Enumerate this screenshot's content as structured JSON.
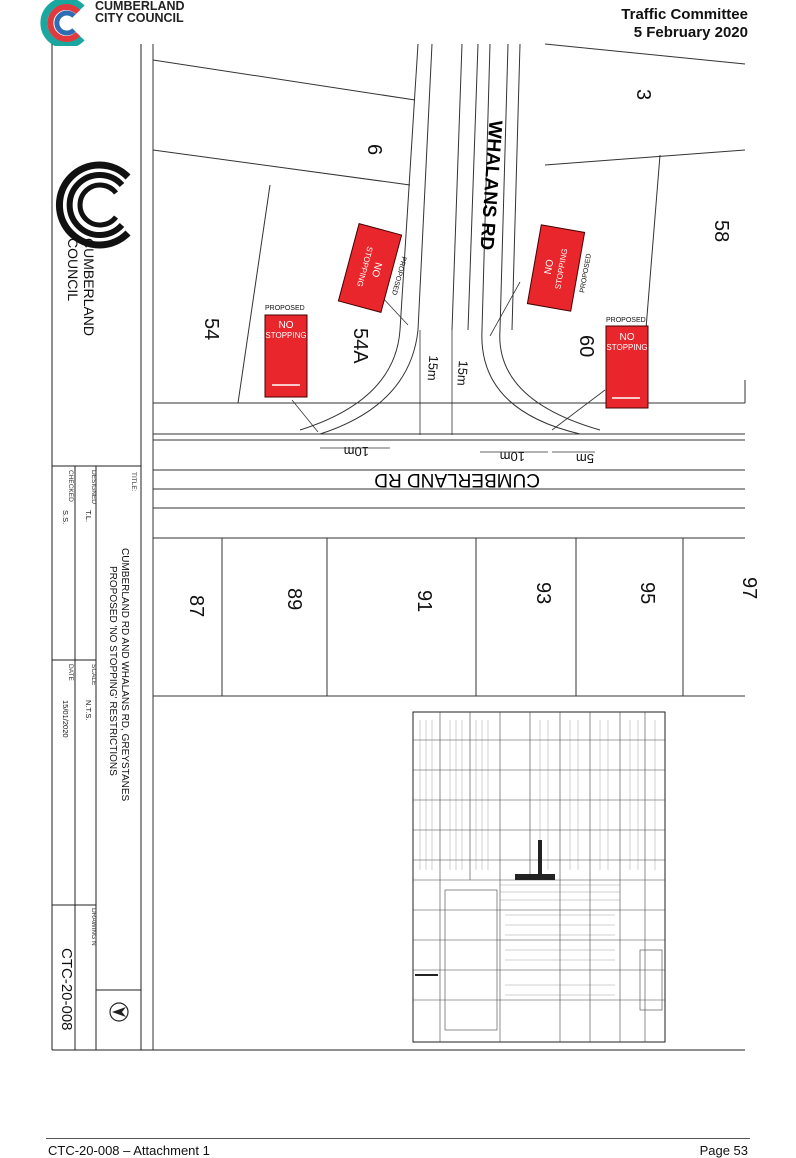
{
  "header": {
    "org_line1": "CUMBERLAND",
    "org_line2": "CITY COUNCIL",
    "committee": "Traffic Committee",
    "date": "5 February 2020"
  },
  "title_block": {
    "council_line1": "CUMBERLAND",
    "council_line2": "COUNCIL",
    "title_label": "TITLE:",
    "title_line1": "CUMBERLAND RD AND WHALANS RD, GREYSTANES",
    "title_line2": "PROPOSED 'NO STOPPING' RESTRICTIONS",
    "designed_label": "DESIGNED",
    "designed_value": "T.L.",
    "checked_label": "CHECKED",
    "checked_value": "S.S.",
    "scale_label": "SCALE",
    "scale_value": "N.T.S.",
    "date_label": "DATE",
    "date_value": "15/01/2020",
    "drawing_label": "DRAWING N",
    "drawing_no": "CTC-20-008"
  },
  "plan": {
    "road_whalans": "WHALANS RD",
    "road_cumberland": "CUMBERLAND RD",
    "lots": [
      "3",
      "6",
      "58",
      "54",
      "54A",
      "60",
      "87",
      "89",
      "91",
      "93",
      "95",
      "97"
    ],
    "dims": [
      "15m",
      "15m",
      "10m",
      "10m",
      "5m"
    ],
    "sign_proposed": "PROPOSED",
    "sign_text_line1": "NO",
    "sign_text_line2": "STOPPING"
  },
  "footer": {
    "attachment": "CTC-20-008 – Attachment 1",
    "page": "Page 53"
  },
  "colors": {
    "sign_red": "#e8262b",
    "logo_teal": "#1aa7a0",
    "logo_red": "#e03a3e",
    "logo_blue": "#2e6db4"
  }
}
